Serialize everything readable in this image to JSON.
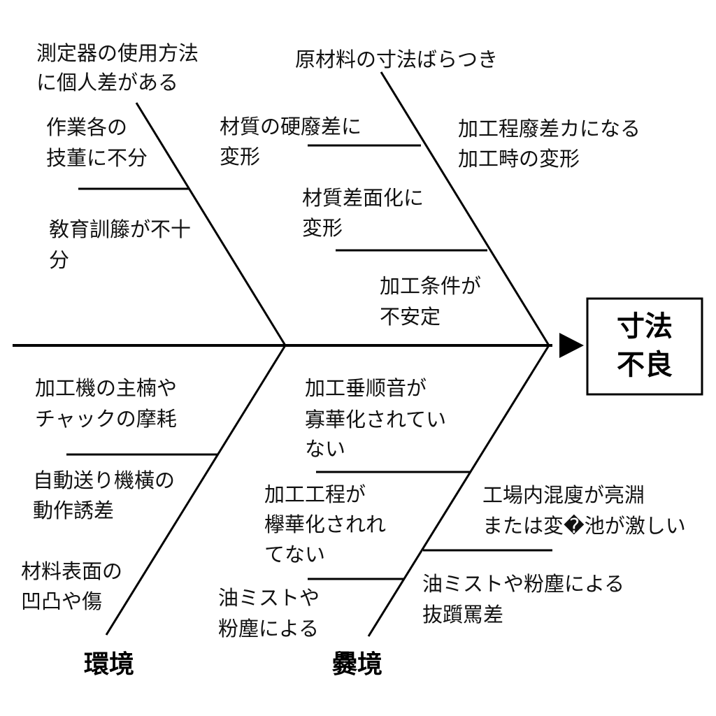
{
  "effect": {
    "lines": [
      "寸法",
      "不良"
    ]
  },
  "categories": {
    "bottom_left": "環境",
    "bottom_middle": "爨境"
  },
  "causes": {
    "measure_method": [
      "測定器の使用方法",
      "に個人差がある"
    ],
    "worker_skill": [
      "作業各の",
      "技董に不分"
    ],
    "training": [
      "敎育訓籐が不十",
      "分"
    ],
    "material_variation": [
      "原材料の寸法ばらつき"
    ],
    "hardness_difference": [
      "材質の硬廢差に",
      "変形"
    ],
    "machining_deformation": [
      "加工程廢差カになる",
      "加工畤の変形"
    ],
    "material_surface_change": [
      "材質差面化に",
      "変形"
    ],
    "unstable_conditions": [
      "加工条件が",
      "不安定"
    ],
    "spindle_wear": [
      "加工機の主楠や",
      "チャックの摩耗"
    ],
    "auto_feed_error": [
      "自動送り機橫の",
      "動作誘差"
    ],
    "surface_scratches": [
      "材料表面の",
      "凹凸や傷"
    ],
    "procedure_not_standardized": [
      "加工垂顺音が",
      "寡華化されてい",
      "ない"
    ],
    "process_not_standardized": [
      "加工工程が",
      "欅華化されれ",
      "てない"
    ],
    "oil_mist_left": [
      "油ミストや",
      "粉塵による"
    ],
    "temperature_fluctuation": [
      "工場内混廋が亮淵",
      "または変�池が激しい"
    ],
    "oil_mist_right": [
      "油ミストや粉塵による",
      "抜躓罵差"
    ]
  }
}
